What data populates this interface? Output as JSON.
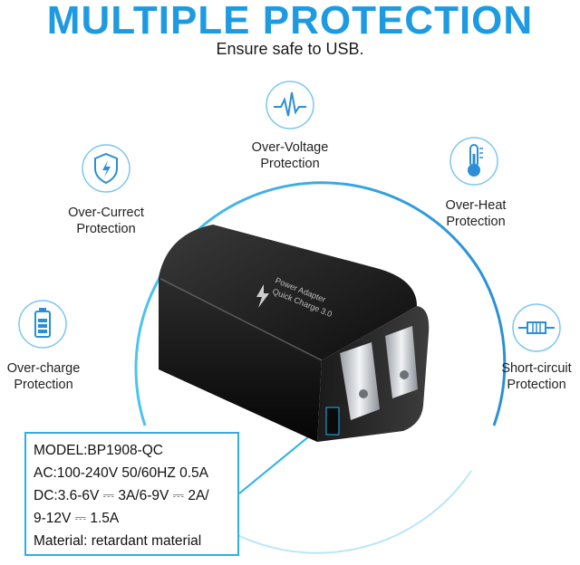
{
  "header": {
    "title": "MULTIPLE PROTECTION",
    "subtitle": "Ensure safe to USB."
  },
  "features": [
    {
      "id": "over-voltage",
      "label_line1": "Over-Voltage",
      "label_line2": "Protection",
      "icon": "waveform-icon"
    },
    {
      "id": "over-current",
      "label_line1": "Over-Currect",
      "label_line2": "Protection",
      "icon": "shield-bolt-icon"
    },
    {
      "id": "over-heat",
      "label_line1": "Over-Heat",
      "label_line2": "Protection",
      "icon": "thermometer-icon"
    },
    {
      "id": "over-charge",
      "label_line1": "Over-charge",
      "label_line2": "Protection",
      "icon": "battery-icon"
    },
    {
      "id": "short-circuit",
      "label_line1": "Short-circuit",
      "label_line2": "Protection",
      "icon": "circuit-icon"
    }
  ],
  "product": {
    "adapter_text_1": "Power Adapter",
    "adapter_text_2": "Quick Charge 3.0"
  },
  "specs": {
    "model": "MODEL:BP1908-QC",
    "ac": "AC:100-240V 50/60HZ 0.5A",
    "dc": "DC:3.6-6V ⎓ 3A/6-9V ⎓ 2A/",
    "dc2": "9-12V ⎓ 1.5A",
    "material": "Material: retardant material"
  },
  "colors": {
    "accent": "#1e9be0",
    "icon_stroke": "#2a8fd6",
    "box_border": "#2ab0e8"
  }
}
